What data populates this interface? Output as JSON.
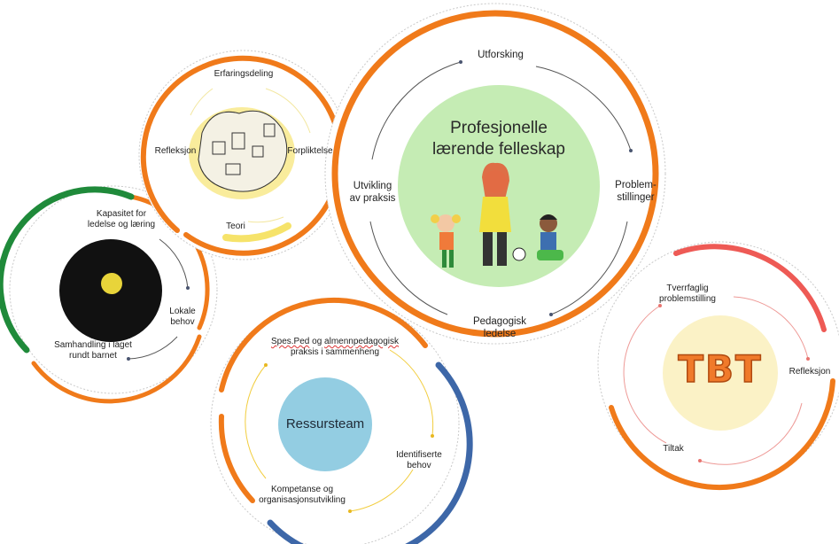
{
  "colors": {
    "orange": "#f07a1a",
    "green": "#1f8a3a",
    "blue": "#3d67a8",
    "red": "#ee5a55",
    "yellow": "#f6e36a",
    "main_fill": "#c5ecb4",
    "ressurs_fill": "#93cde2",
    "tbt_fill": "#fbf2c6"
  },
  "main": {
    "title_line1": "Profesjonelle",
    "title_line2": "lærende felleskap",
    "labels": {
      "top": "Utforsking",
      "right_l1": "Problem-",
      "right_l2": "stillinger",
      "bottom_l1": "Pedagogisk",
      "bottom_l2": "ledelse",
      "left_l1": "Utvikling",
      "left_l2": "av praksis"
    }
  },
  "experience": {
    "labels": {
      "top": "Erfaringsdeling",
      "left": "Refleksjon",
      "right": "Forpliktelse",
      "bottom": "Teori"
    }
  },
  "capacity": {
    "labels": {
      "top_l1": "Kapasitet for",
      "top_l2": "ledelse og læring",
      "right_l1": "Lokale",
      "right_l2": "behov",
      "bottom_l1": "Samhandling i laget",
      "bottom_l2": "rundt barnet"
    }
  },
  "ressurs": {
    "title": "Ressursteam",
    "labels": {
      "top_l1_a": "Spes.Ped",
      "top_l1_b": "og",
      "top_l1_c": "almennpedagogisk",
      "top_l2": "praksis i sammenheng",
      "right_l1": "Identifiserte",
      "right_l2": "behov",
      "bottom_l1": "Kompetanse og",
      "bottom_l2": "organisasjonsutvikling"
    }
  },
  "tbt": {
    "logo": "TBT",
    "labels": {
      "top_l1": "Tverrfaglig",
      "top_l2": "problemstilling",
      "right": "Refleksjon",
      "bottom": "Tiltak"
    }
  }
}
